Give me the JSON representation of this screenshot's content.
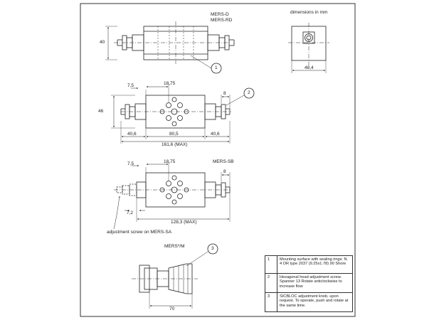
{
  "header": {
    "dimensions_note": "dimensions in mm",
    "title_d": "MERS-D",
    "title_rd": "MERS-RD",
    "title_sb": "MERS-SB",
    "title_m": "MERS*/M"
  },
  "dimensions": {
    "h40": "40",
    "w48": "48,4",
    "d7_5a": "7,5",
    "d18_75a": "18,75",
    "d8a": "8",
    "h46": "46",
    "d40_6a": "40,6",
    "d80_5": "80,5",
    "d40_6b": "40,6",
    "d161_6": "161,6 (MAX)",
    "d7_5b": "7,5",
    "d18_75b": "18,75",
    "d8b": "8",
    "d7_2": "7,2",
    "d128_3": "128,3 (MAX)",
    "d70": "70"
  },
  "callouts": {
    "c1": "1",
    "c2": "2",
    "c3": "3",
    "adjustment_label": "adjustment screw on MERS-SA"
  },
  "notes": [
    {
      "num": "1",
      "text": "Mounting surface with sealing rings: N. 4 OR type 2037 (9.25x1.78) 90 Shore"
    },
    {
      "num": "2",
      "text": "Hexagonal head adjustment screw. Spanner 13 Rotate anticlockwise to increase flow"
    },
    {
      "num": "3",
      "text": "SICBLOC adjustment knob, upon request. To operate, push and rotate at the same time."
    }
  ]
}
